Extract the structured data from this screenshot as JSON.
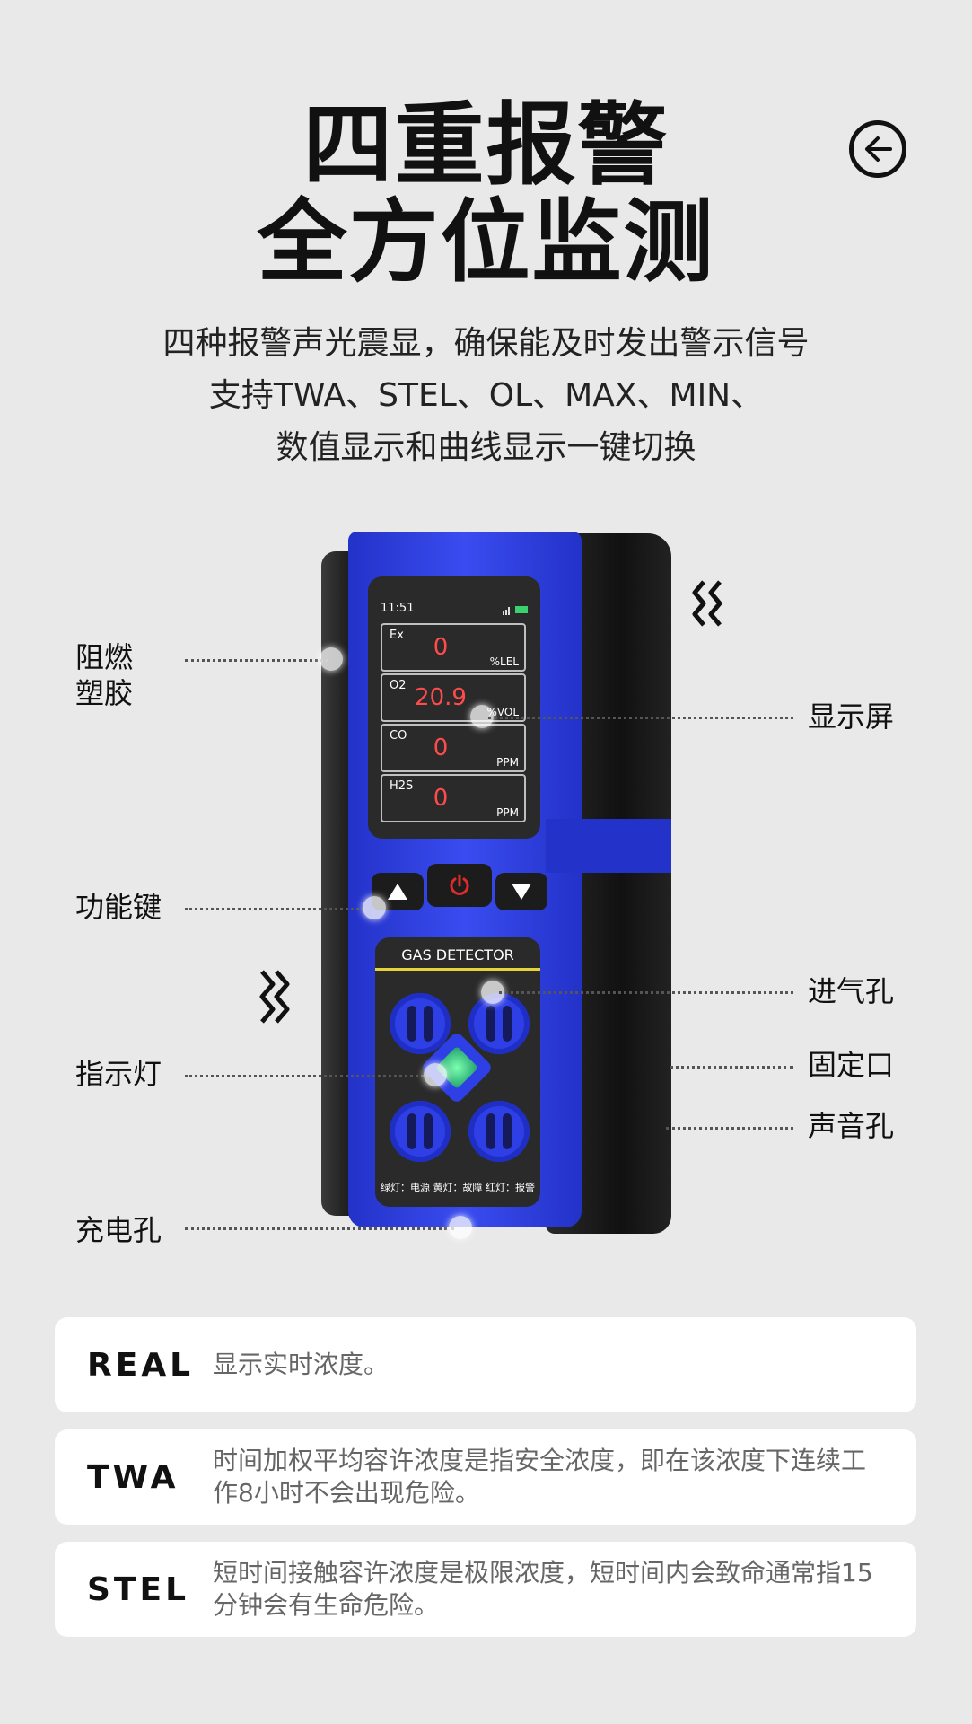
{
  "header": {
    "title_line1": "四重报警",
    "title_line2": "全方位监测",
    "subtitle_line1": "四种报警声光震显，确保能及时发出警示信号",
    "subtitle_line2": "支持TWA、STEL、OL、MAX、MIN、",
    "subtitle_line3": "数值显示和曲线显示一键切换",
    "back_icon": "circle-arrow-left-icon"
  },
  "device": {
    "time": "11:51",
    "readings": [
      {
        "name": "Ex",
        "value": "0",
        "unit": "%LEL"
      },
      {
        "name": "O2",
        "value": "20.9",
        "unit": "%VOL"
      },
      {
        "name": "CO",
        "value": "0",
        "unit": "PPM"
      },
      {
        "name": "H2S",
        "value": "0",
        "unit": "PPM"
      }
    ],
    "brand_label": "GAS DETECTOR",
    "legend": "绿灯：电源 黄灯：故障 红灯：报警",
    "body_color": "#2f3fe6",
    "screen_value_color": "#ff4b4b"
  },
  "callouts": {
    "flame_retardant": "阻燃\n塑胶",
    "function_key": "功能键",
    "indicator": "指示灯",
    "charging_port": "充电孔",
    "display": "显示屏",
    "air_inlet": "进气孔",
    "mount": "固定口",
    "sound_hole": "声音孔"
  },
  "cards": [
    {
      "label": "REAL",
      "text": "显示实时浓度。"
    },
    {
      "label": "TWA",
      "text": "时间加权平均容许浓度是指安全浓度，即在该浓度下连续工作8小时不会出现危险。"
    },
    {
      "label": "STEL",
      "text": "短时间接触容许浓度是极限浓度，短时间内会致命通常指15分钟会有生命危险。"
    }
  ]
}
